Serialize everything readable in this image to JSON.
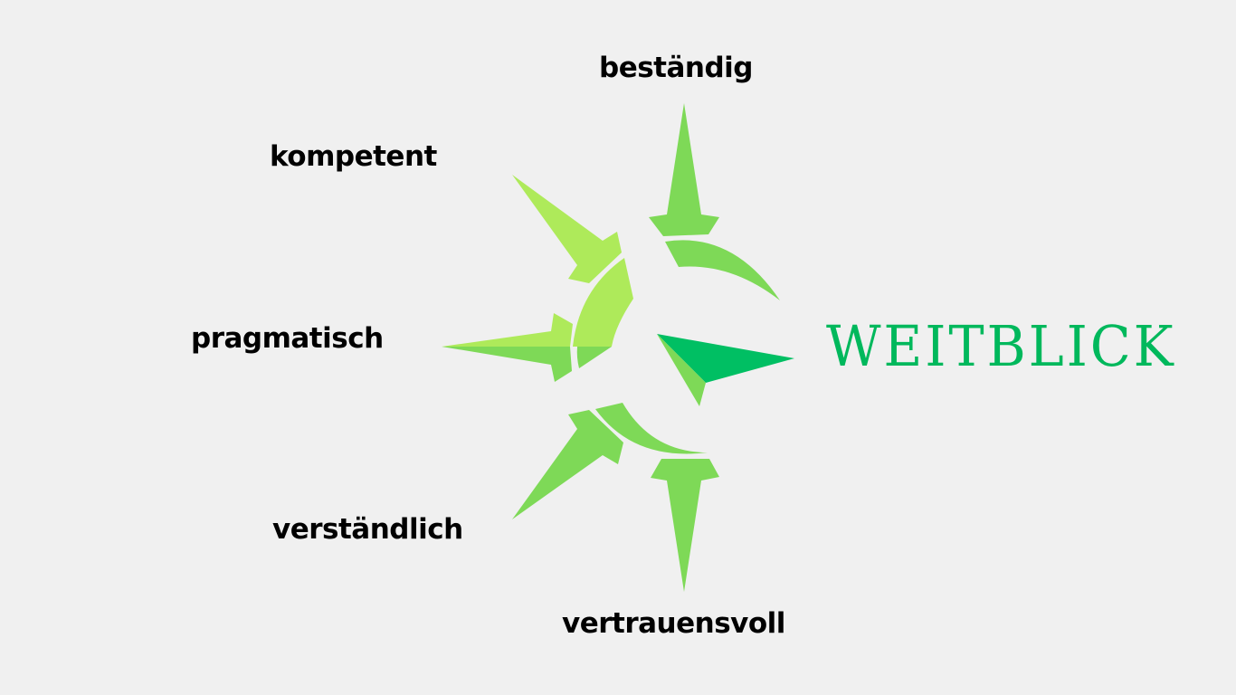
{
  "brand": {
    "name": "WEITBLICK",
    "color": "#00b85c"
  },
  "labels": {
    "top": "beständig",
    "upper_left": "kompetent",
    "left": "pragmatisch",
    "lower_left": "verständlich",
    "bottom": "vertrauensvoll"
  },
  "colors": {
    "light_green": "#aeea5a",
    "mid_green": "#7ed957",
    "dark_green": "#00bf63",
    "background": "#f0f0f0"
  },
  "icons": [
    "compass-logo-icon"
  ]
}
